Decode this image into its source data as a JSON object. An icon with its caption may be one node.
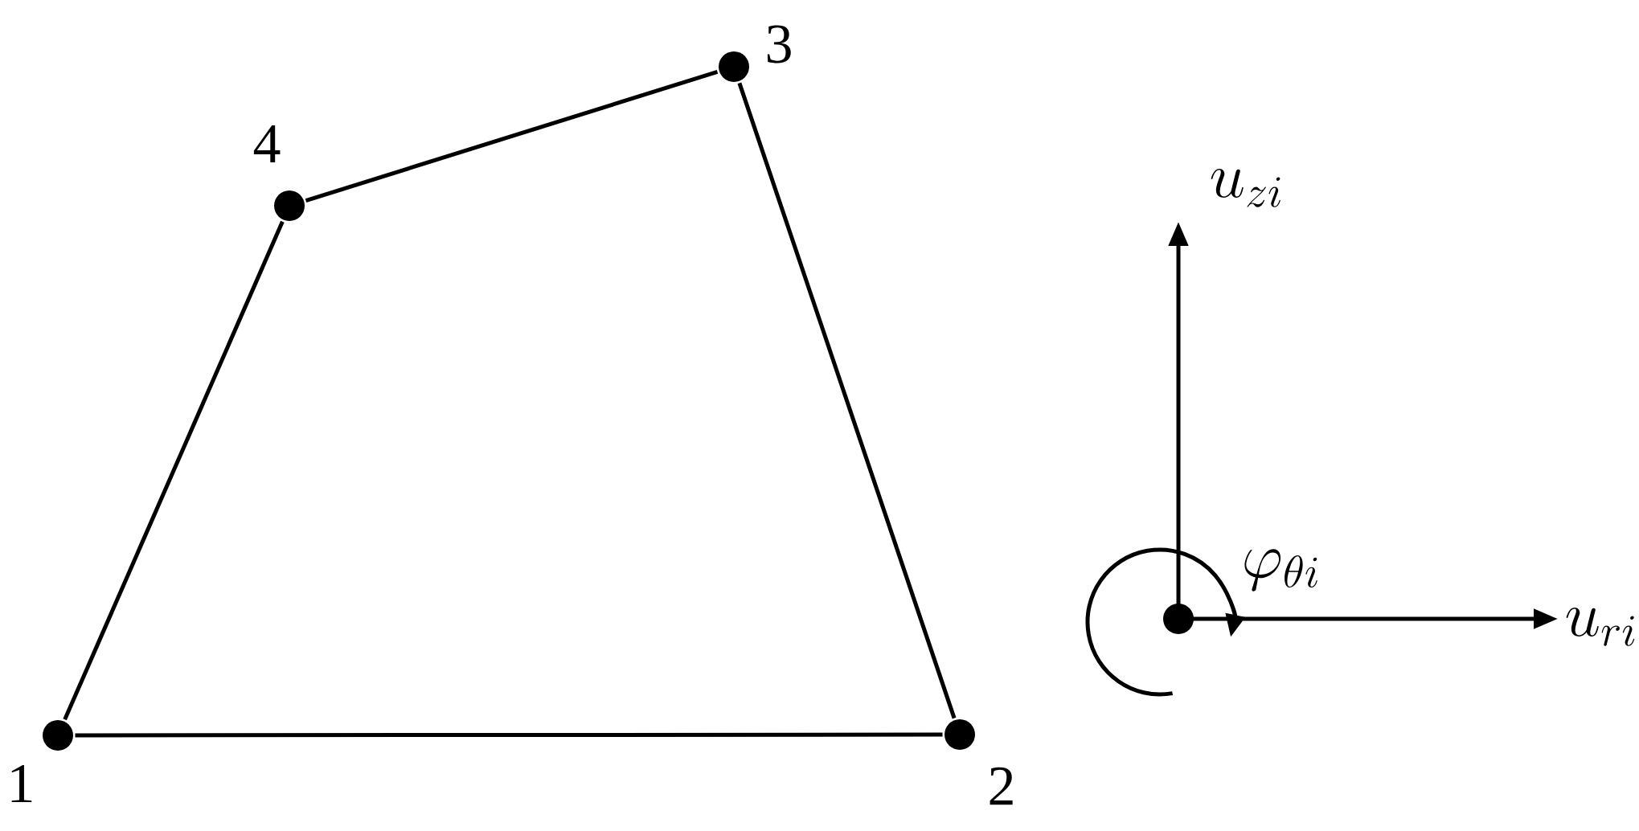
{
  "diagram": {
    "nodes": [
      {
        "text": [],
        "shape": "circle",
        "beside": [
          "1"
        ]
      },
      {
        "text": [],
        "shape": "circle",
        "beside": [
          "2"
        ]
      },
      {
        "text": [],
        "shape": "circle",
        "beside": [
          "3"
        ]
      },
      {
        "text": [],
        "shape": "circle",
        "beside": [
          "4"
        ]
      },
      {
        "text": [],
        "shape": "circle"
      }
    ],
    "edges": [
      {
        "from": 0,
        "to": 1,
        "arrow": "none"
      },
      {
        "from": 1,
        "to": 2,
        "arrow": "none"
      },
      {
        "from": 2,
        "to": 3,
        "arrow": "none"
      },
      {
        "from": 3,
        "to": 0,
        "arrow": "none"
      }
    ],
    "labels": [
      "u_{zi}",
      "\\varphi_{\\theta i}",
      "u_{ri}"
    ]
  }
}
